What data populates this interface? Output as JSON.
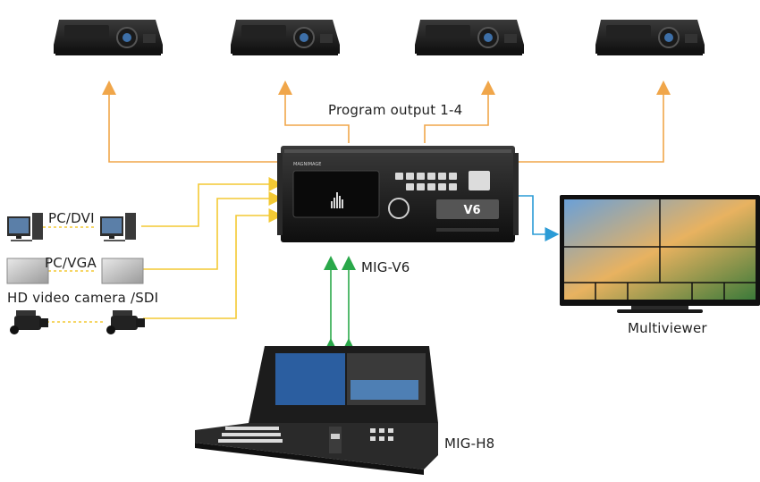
{
  "labels": {
    "program_output": "Program output 1-4",
    "pc_dvi": "PC/DVI",
    "pc_vga": "PC/VGA",
    "hd_camera": "HD video camera /SDI",
    "mig_v6": "MIG-V6",
    "mig_h8": "MIG-H8",
    "multiviewer": "Multiviewer"
  },
  "device": {
    "brand_text": "MAGNIMAGE",
    "badge": "V6"
  },
  "colors": {
    "orange": "#f0a64a",
    "yellow": "#f3c934",
    "green": "#2aa84a",
    "blue": "#2a9bd6"
  },
  "icons": {
    "projector": "projector-icon",
    "pc": "desktop-pc-icon",
    "monitor": "vga-monitor-icon",
    "camera": "video-camera-icon",
    "tv": "multiviewer-tv-icon",
    "console": "control-console-icon"
  }
}
